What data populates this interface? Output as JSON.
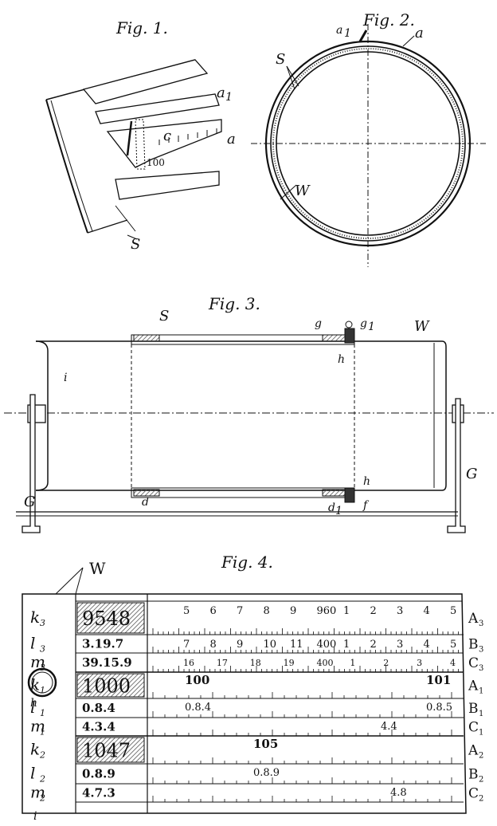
{
  "fig1": {
    "caption": "Fig. 1.",
    "labels": {
      "a1": "a",
      "a1_sub": "1",
      "a": "a",
      "c": "c",
      "value": "100",
      "s": "S"
    }
  },
  "fig2": {
    "caption": "Fig. 2.",
    "labels": {
      "a1": "a",
      "a1_sub": "1",
      "a": "a",
      "s": "S",
      "w": "W"
    }
  },
  "fig3": {
    "caption": "Fig. 3.",
    "labels": {
      "s": "S",
      "g": "g",
      "g1": "g",
      "g1_sub": "1",
      "w": "W",
      "h_top": "h",
      "i": "i",
      "g_left": "G",
      "g_right": "G",
      "d": "d",
      "d1": "d",
      "d1_sub": "1",
      "h_bottom": "h",
      "f": "f"
    }
  },
  "fig4": {
    "caption": "Fig. 4.",
    "w_label": "W",
    "h_label": "h",
    "i_label": "i",
    "rows": [
      {
        "left": "k",
        "left_sub": "3",
        "value": "9548",
        "boxed": true,
        "right": "A",
        "right_sub": "3",
        "nums": [
          "5",
          "6",
          "7",
          "8",
          "9",
          "960",
          "1",
          "2",
          "3",
          "4",
          "5"
        ]
      },
      {
        "left": "l",
        "left_sub": "3",
        "value": "3.19.7",
        "boxed": false,
        "right": "B",
        "right_sub": "3",
        "nums": [
          "7",
          "8",
          "9",
          "10",
          "11",
          "400",
          "1",
          "2",
          "3",
          "4",
          "5"
        ]
      },
      {
        "left": "m",
        "left_sub": "3",
        "value": "39.15.9",
        "boxed": false,
        "right": "C",
        "right_sub": "3",
        "nums": [
          "16",
          "17",
          "18",
          "19",
          "400",
          "1",
          "2",
          "3",
          "4"
        ]
      },
      {
        "left": "k",
        "left_sub": "1",
        "value": "1000",
        "boxed": true,
        "right": "A",
        "right_sub": "1",
        "nums": [
          "100",
          "101"
        ]
      },
      {
        "left": "l",
        "left_sub": "1",
        "value": "0.8.4",
        "boxed": false,
        "right": "B",
        "right_sub": "1",
        "nums": [
          "0.8.4",
          "0.8.5"
        ]
      },
      {
        "left": "m",
        "left_sub": "1",
        "value": "4.3.4",
        "boxed": false,
        "right": "C",
        "right_sub": "1",
        "nums": [
          "4.4"
        ]
      },
      {
        "left": "k",
        "left_sub": "2",
        "value": "1047",
        "boxed": true,
        "right": "A",
        "right_sub": "2",
        "nums": [
          "105"
        ]
      },
      {
        "left": "l",
        "left_sub": "2",
        "value": "0.8.9",
        "boxed": false,
        "right": "B",
        "right_sub": "2",
        "nums": [
          "0.8.9"
        ]
      },
      {
        "left": "m",
        "left_sub": "2",
        "value": "4.7.3",
        "boxed": false,
        "right": "C",
        "right_sub": "2",
        "nums": [
          "4.8"
        ]
      }
    ]
  }
}
